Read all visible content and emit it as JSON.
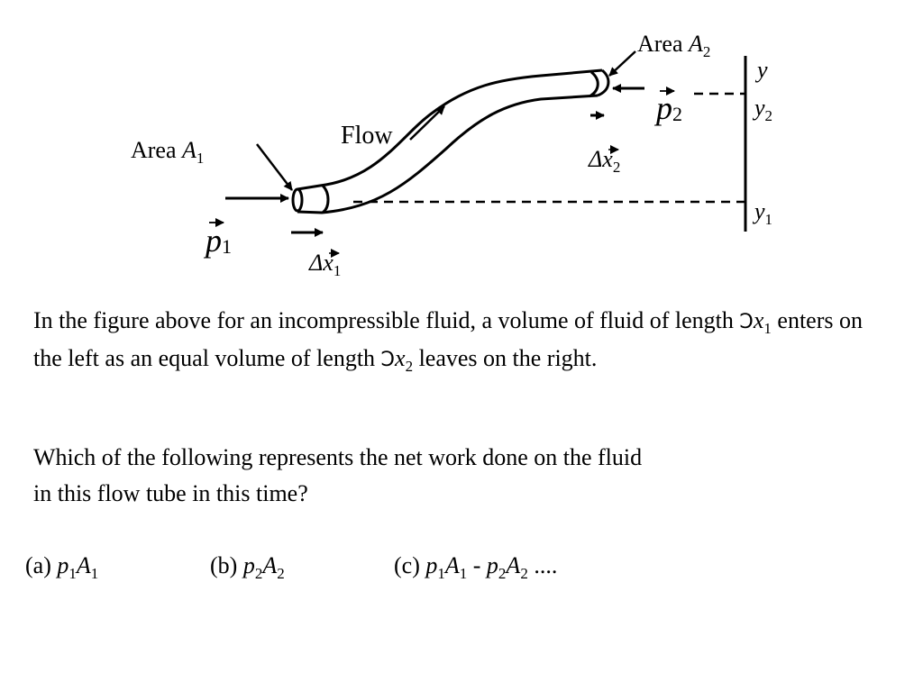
{
  "diagram": {
    "area1_label": "Area ",
    "area1_symbol": "A",
    "area1_sub": "1",
    "area2_label": "Area ",
    "area2_symbol": "A",
    "area2_sub": "2",
    "flow_label": "Flow",
    "p1_symbol": "p",
    "p1_sub": "1",
    "p2_symbol": "p",
    "p2_sub": "2",
    "dx1_symbol": "Δx",
    "dx1_sub": "1",
    "dx2_symbol": "Δx",
    "dx2_sub": "2",
    "axis_label": "y",
    "y2_symbol": "y",
    "y2_sub": "2",
    "y1_symbol": "y",
    "y1_sub": "1"
  },
  "text": {
    "para1_a": "In the figure above for an incompressible fluid, a volume of fluid of length ",
    "glyph": "Ɔ",
    "x_symbol": "x",
    "sub1": "1",
    "para1_b": " enters on the left as an equal volume of length ",
    "sub2": "2",
    "para1_c": " leaves on the right.",
    "para2": "Which of the following represents the net work done on the fluid in this flow tube in this time?"
  },
  "choices": {
    "a_label": "(a) ",
    "b_label": "(b) ",
    "c_label": "(c) ",
    "p": "p",
    "A": "A",
    "one": "1",
    "two": "2",
    "minus": " - ",
    "ellipsis": " ...."
  }
}
